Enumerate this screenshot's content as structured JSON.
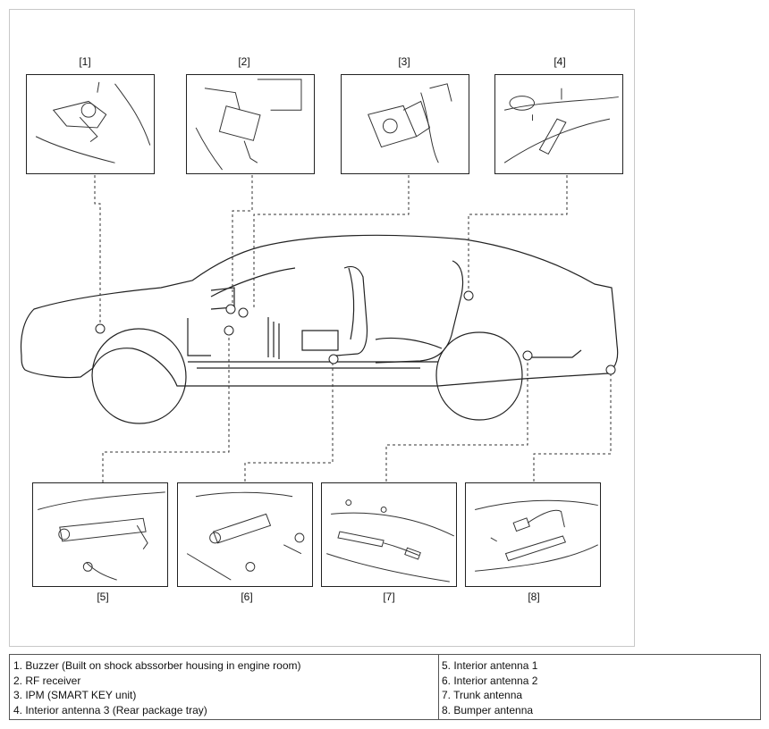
{
  "panels": [
    {
      "label": "[1]"
    },
    {
      "label": "[2]"
    },
    {
      "label": "[3]"
    },
    {
      "label": "[4]"
    },
    {
      "label": "[5]"
    },
    {
      "label": "[6]"
    },
    {
      "label": "[7]"
    },
    {
      "label": "[8]"
    }
  ],
  "legend": {
    "left": [
      "1. Buzzer (Built on shock abssorber housing in engine room)",
      "2. RF receiver",
      "3. IPM (SMART KEY unit)",
      "4. Interior antenna 3 (Rear package tray)"
    ],
    "right": [
      "5. Interior antenna 1",
      "6. Interior antenna 2",
      "7. Trunk antenna",
      "8. Bumper antenna"
    ]
  }
}
